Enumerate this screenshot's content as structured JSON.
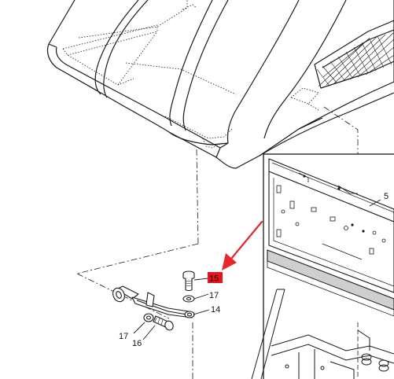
{
  "diagram": {
    "callouts": {
      "c5": "5",
      "c15": "15",
      "c17a": "17",
      "c14": "14",
      "c17b": "17",
      "c16": "16"
    },
    "highlighted_callout": "15",
    "colors": {
      "line": "#1a1a1a",
      "highlight_box": "#e8141b",
      "arrow": "#e8262b",
      "panel_fill": "#cfcfcf",
      "background": "#ffffff"
    },
    "icons": [
      "pointer-arrow"
    ]
  }
}
